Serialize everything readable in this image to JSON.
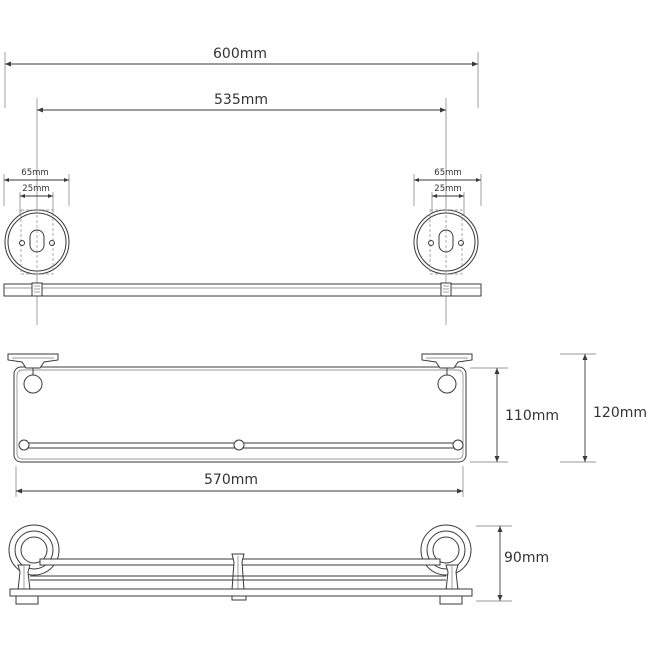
{
  "top_view": {
    "overall_width": "600mm",
    "fixing_centres": "535mm",
    "left_bracket": {
      "backplate_width": "65mm",
      "fixing_width": "25mm"
    },
    "right_bracket": {
      "backplate_width": "65mm",
      "fixing_width": "25mm"
    }
  },
  "front_view": {
    "shelf_length": "570mm",
    "shelf_depth": "110mm",
    "overall_depth": "120mm"
  },
  "side_view": {
    "height": "90mm"
  }
}
